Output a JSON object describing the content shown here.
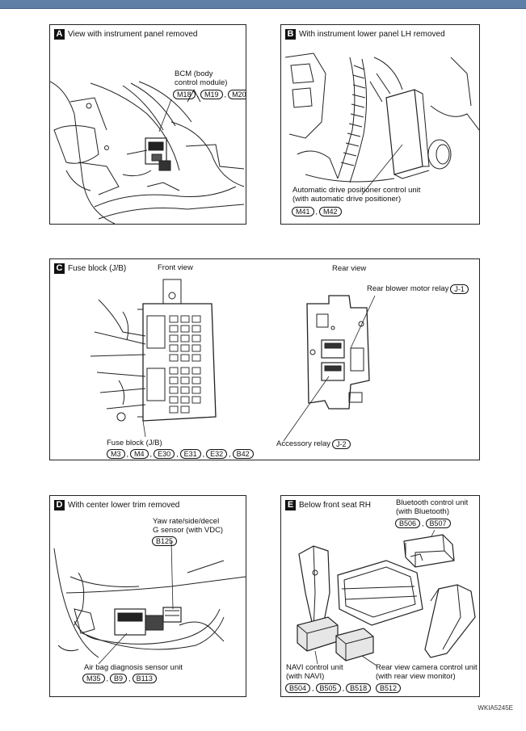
{
  "panels": {
    "a": {
      "letter": "A",
      "title": "View with instrument panel removed",
      "labels": [
        "BCM (body",
        "control module)"
      ],
      "connectors": [
        "M18",
        "M19",
        "M20"
      ]
    },
    "b": {
      "letter": "B",
      "title": "With instrument lower panel LH removed",
      "labels": [
        "Automatic drive positioner control unit",
        "(with automatic drive positioner)"
      ],
      "connectors": [
        "M41",
        "M42"
      ]
    },
    "c": {
      "letter": "C",
      "title": "Fuse block (J/B)",
      "front_view": "Front view",
      "rear_view": "Rear view",
      "rear_blower_relay": "Rear blower motor relay",
      "rear_blower_conn": "J-1",
      "fuse_block_label": "Fuse block (J/B)",
      "fuse_connectors": [
        "M3",
        "M4",
        "E30",
        "E31",
        "E32",
        "B42"
      ],
      "accessory_relay": "Accessory relay",
      "accessory_conn": "J-2"
    },
    "d": {
      "letter": "D",
      "title": "With center lower trim removed",
      "yaw_labels": [
        "Yaw rate/side/decel",
        "G sensor (with VDC)"
      ],
      "yaw_conn": "B125",
      "airbag_label": "Air bag diagnosis sensor unit",
      "airbag_conns": [
        "M35",
        "B9",
        "B113"
      ]
    },
    "e": {
      "letter": "E",
      "title": "Below front seat RH",
      "bt_labels": [
        "Bluetooth control unit",
        "(with Bluetooth)"
      ],
      "bt_conns": [
        "B506",
        "B507"
      ],
      "navi_labels": [
        "NAVI control unit",
        "(with NAVI)"
      ],
      "navi_conns": [
        "B504",
        "B505",
        "B518"
      ],
      "cam_labels": [
        "Rear view camera control unit",
        "(with rear view monitor)"
      ],
      "cam_conn": "B512"
    }
  },
  "footer_code": "WKIA5245E"
}
